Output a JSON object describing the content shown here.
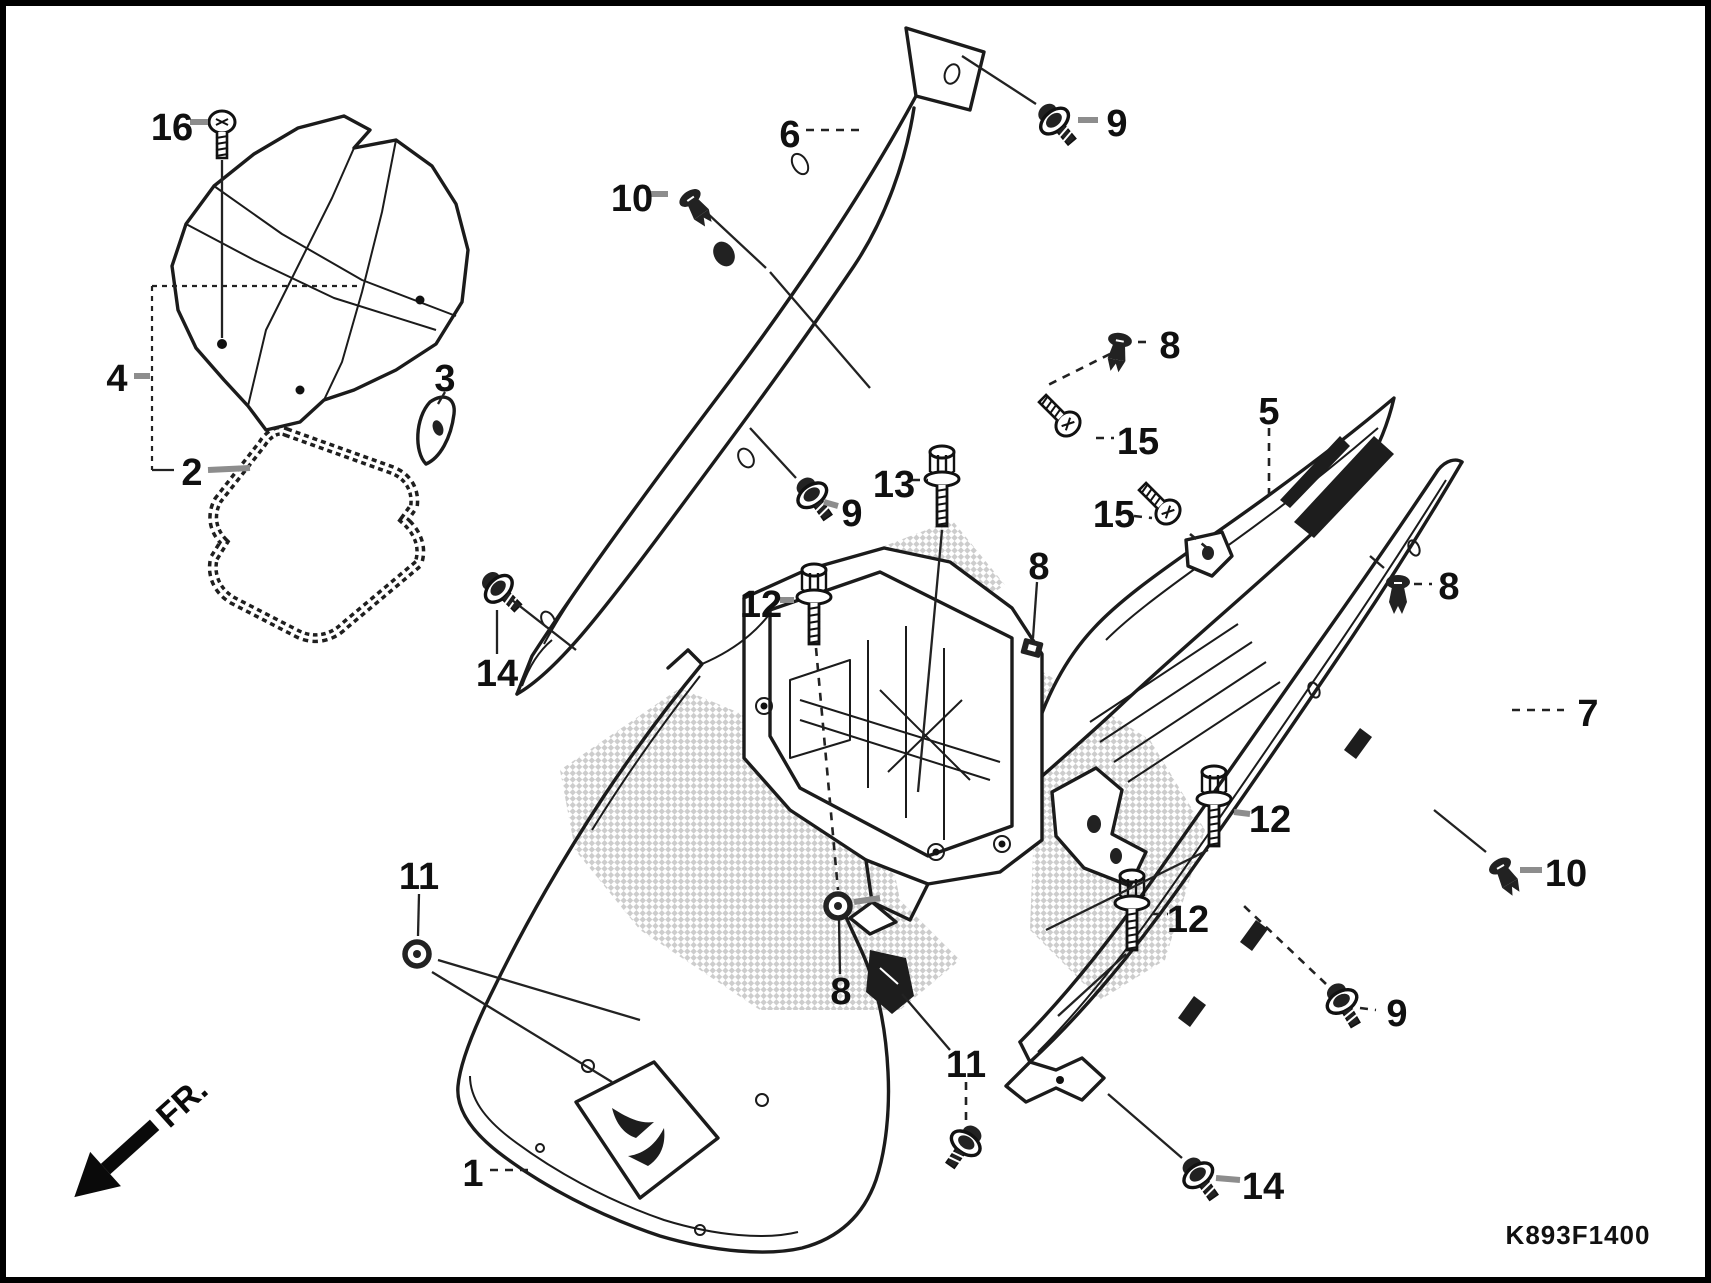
{
  "figure": {
    "code": "K893F1400",
    "fr_label": "FR."
  },
  "callouts": [
    {
      "id": "16",
      "number": "16"
    },
    {
      "id": "4",
      "number": "4"
    },
    {
      "id": "2",
      "number": "2"
    },
    {
      "id": "3",
      "number": "3"
    },
    {
      "id": "6",
      "number": "6"
    },
    {
      "id": "9-top",
      "number": "9"
    },
    {
      "id": "10-left",
      "number": "10"
    },
    {
      "id": "13",
      "number": "13"
    },
    {
      "id": "9-mid",
      "number": "9"
    },
    {
      "id": "15-a",
      "number": "15"
    },
    {
      "id": "15-b",
      "number": "15"
    },
    {
      "id": "5",
      "number": "5"
    },
    {
      "id": "8-a",
      "number": "8"
    },
    {
      "id": "8-b",
      "number": "8"
    },
    {
      "id": "8-c",
      "number": "8"
    },
    {
      "id": "12-a",
      "number": "12"
    },
    {
      "id": "12-b",
      "number": "12"
    },
    {
      "id": "12-c",
      "number": "12"
    },
    {
      "id": "7",
      "number": "7"
    },
    {
      "id": "10-right",
      "number": "10"
    },
    {
      "id": "9-bottom",
      "number": "9"
    },
    {
      "id": "11-left",
      "number": "11"
    },
    {
      "id": "8-d",
      "number": "8"
    },
    {
      "id": "11-bottom",
      "number": "11"
    },
    {
      "id": "1",
      "number": "1"
    },
    {
      "id": "14-left",
      "number": "14"
    },
    {
      "id": "14-right",
      "number": "14"
    }
  ]
}
